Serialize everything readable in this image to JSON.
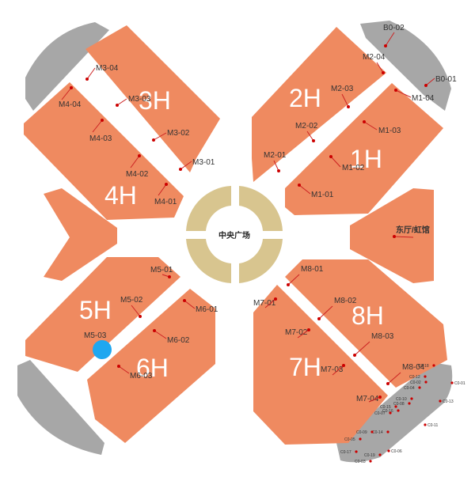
{
  "halls": [
    {
      "id": "h1",
      "label": "1H"
    },
    {
      "id": "h2",
      "label": "2H"
    },
    {
      "id": "h3",
      "label": "3H"
    },
    {
      "id": "h4",
      "label": "4H"
    },
    {
      "id": "h5",
      "label": "5H"
    },
    {
      "id": "h6",
      "label": "6H"
    },
    {
      "id": "h7",
      "label": "7H"
    },
    {
      "id": "h8",
      "label": "8H"
    }
  ],
  "center_plaza": {
    "label": "中央广场"
  },
  "east_hall": {
    "label": "东厅/虹馆"
  },
  "entrances": {
    "B0-02": "B0-02",
    "B0-01": "B0-01",
    "M1-01": "M1-01",
    "M1-02": "M1-02",
    "M1-03": "M1-03",
    "M1-04": "M1-04",
    "M2-01": "M2-01",
    "M2-02": "M2-02",
    "M2-03": "M2-03",
    "M2-04": "M2-04",
    "M3-01": "M3-01",
    "M3-02": "M3-02",
    "M3-03": "M3-03",
    "M3-04": "M3-04",
    "M4-01": "M4-01",
    "M4-02": "M4-02",
    "M4-03": "M4-03",
    "M4-04": "M4-04",
    "M5-01": "M5-01",
    "M5-02": "M5-02",
    "M5-03": "M5-03",
    "M6-01": "M6-01",
    "M6-02": "M6-02",
    "M6-03": "M6-03",
    "M7-01": "M7-01",
    "M7-02": "M7-02",
    "M7-03": "M7-03",
    "M7-04": "M7-04",
    "M8-01": "M8-01",
    "M8-02": "M8-02",
    "M8-03": "M8-03",
    "M8-04": "M8-04"
  },
  "c_points": [
    "C0-18",
    "C0-12",
    "C0-01",
    "C0-02",
    "C0-04",
    "C0-10",
    "C0-08",
    "C0-15",
    "C0-16",
    "C0-07",
    "C0-13",
    "C0-11",
    "C0-14",
    "C0-09",
    "C0-05",
    "C0-06",
    "C0-03",
    "C0-17",
    "C0-19"
  ],
  "marker": {
    "label": "M5-03",
    "color": "#1ea7f0"
  }
}
